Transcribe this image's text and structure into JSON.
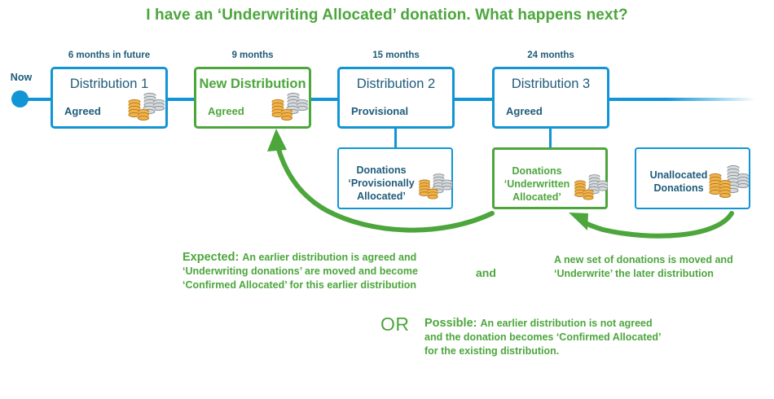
{
  "title": "I have an ‘Underwriting Allocated’ donation. What happens next?",
  "colors": {
    "green": "#4CA63C",
    "blue_border": "#1195D5",
    "blue_text": "#1F5C7A",
    "coin_gold": "#E8A33D",
    "coin_silver": "#BFC3C6"
  },
  "timeline": {
    "now_label": "Now",
    "milestones": [
      {
        "time_label": "6 months in future",
        "title": "Distribution 1",
        "status": "Agreed",
        "color": "blue",
        "has_coins": true
      },
      {
        "time_label": "9 months",
        "title": "New Distribution",
        "status": "Agreed",
        "color": "green",
        "has_coins": true
      },
      {
        "time_label": "15 months",
        "title": "Distribution 2",
        "status": "Provisional",
        "color": "blue",
        "has_coins": false
      },
      {
        "time_label": "24 months",
        "title": "Distribution 3",
        "status": "Agreed",
        "color": "blue",
        "has_coins": false
      }
    ]
  },
  "donation_boxes": [
    {
      "lines": [
        "Donations",
        "‘Provisionally",
        "Allocated’"
      ],
      "color": "blue",
      "has_coins": true
    },
    {
      "lines": [
        "Donations",
        "‘Underwritten",
        "Allocated’"
      ],
      "color": "green",
      "has_coins": true
    },
    {
      "lines": [
        "Unallocated",
        "Donations"
      ],
      "color": "blue",
      "has_coins": true
    }
  ],
  "captions": {
    "expected_label": "Expected:",
    "expected_text": " An earlier distribution is agreed and ‘Underwriting donations’ are moved and become ‘Confirmed Allocated’ for this earlier distribution",
    "expected_lines": [
      "An earlier distribution is agreed and",
      "‘Underwriting donations’ are moved and become",
      "‘Confirmed Allocated’ for this earlier distribution"
    ],
    "and_word": "and",
    "right_lines": [
      "A new set of donations is moved and",
      "‘Underwrite’ the later distribution"
    ],
    "or_word": "OR",
    "possible_label": "Possible:",
    "possible_lines": [
      "An earlier distribution is not agreed",
      "and the donation becomes ‘Confirmed Allocated’",
      "for the existing distribution."
    ]
  }
}
